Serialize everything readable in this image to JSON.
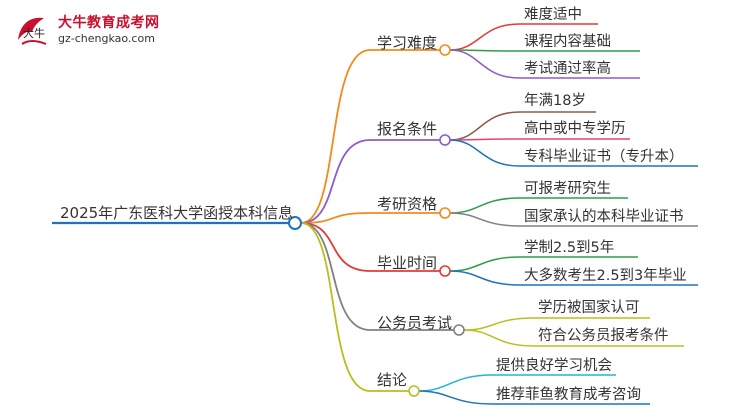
{
  "logo": {
    "brand_name": "大牛教育成考网",
    "url": "gz-chengkao.com",
    "mark_text": "大牛"
  },
  "root": {
    "label": "2025年广东医科大学函授本科信息",
    "color": "#1e73be"
  },
  "branches": [
    {
      "id": "difficulty",
      "label": "学习难度",
      "color": "#f28b1a",
      "children": [
        {
          "label": "难度适中",
          "color": "#e53935"
        },
        {
          "label": "课程内容基础",
          "color": "#2e9d45"
        },
        {
          "label": "考试通过率高",
          "color": "#8e5bc8"
        }
      ]
    },
    {
      "id": "requirements",
      "label": "报名条件",
      "color": "#8e5bc8",
      "children": [
        {
          "label": "年满18岁",
          "color": "#8b5a4a"
        },
        {
          "label": "高中或中专学历",
          "color": "#e0427a"
        },
        {
          "label": "专科毕业证书（专升本）",
          "color": "#1e73be"
        }
      ]
    },
    {
      "id": "postgrad",
      "label": "考研资格",
      "color": "#f28b1a",
      "children": [
        {
          "label": "可报考研究生",
          "color": "#2e9d45"
        },
        {
          "label": "国家承认的本科毕业证书",
          "color": "#808080"
        }
      ]
    },
    {
      "id": "graduation",
      "label": "毕业时间",
      "color": "#e53935",
      "children": [
        {
          "label": "学制2.5到5年",
          "color": "#2e9d45"
        },
        {
          "label": "大多数考生2.5到3年毕业",
          "color": "#1e73be"
        }
      ]
    },
    {
      "id": "civil",
      "label": "公务员考试",
      "color": "#808080",
      "children": [
        {
          "label": "学历被国家认可",
          "color": "#b8bf1f"
        },
        {
          "label": "符合公务员报考条件",
          "color": "#b8bf1f"
        }
      ]
    },
    {
      "id": "conclusion",
      "label": "结论",
      "color": "#b8bf1f",
      "children": [
        {
          "label": "提供良好学习机会",
          "color": "#1fb5d6"
        },
        {
          "label": "推荐菲鱼教育成考咨询",
          "color": "#1e73be"
        }
      ]
    }
  ]
}
